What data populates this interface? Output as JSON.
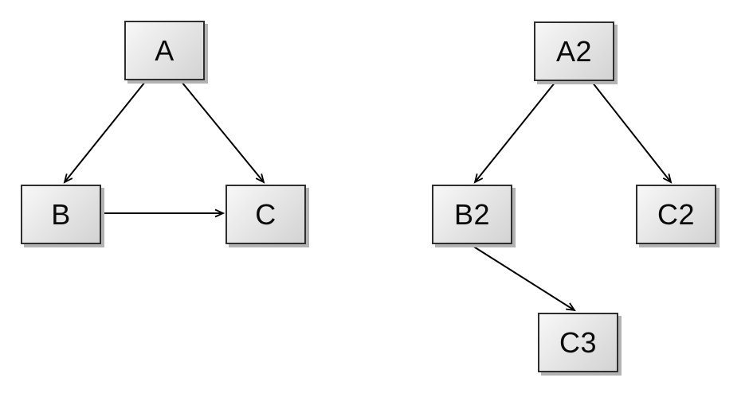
{
  "diagram": {
    "type": "directed-graph",
    "background_color": "#ffffff",
    "node_style": {
      "fill_top": "#f8f8f8",
      "fill_bottom": "#d3d3d3",
      "border_color": "#2e2e2e",
      "shadow_color": "#b3b3b3",
      "text_color": "#0a0a0a",
      "edge_color": "#000000"
    },
    "graphs": [
      {
        "name": "left-graph",
        "nodes": [
          {
            "id": "A",
            "label": "A"
          },
          {
            "id": "B",
            "label": "B"
          },
          {
            "id": "C",
            "label": "C"
          }
        ],
        "edges": [
          {
            "from": "A",
            "to": "B"
          },
          {
            "from": "A",
            "to": "C"
          },
          {
            "from": "B",
            "to": "C"
          }
        ]
      },
      {
        "name": "right-graph",
        "nodes": [
          {
            "id": "A2",
            "label": "A2"
          },
          {
            "id": "B2",
            "label": "B2"
          },
          {
            "id": "C2",
            "label": "C2"
          },
          {
            "id": "C3",
            "label": "C3"
          }
        ],
        "edges": [
          {
            "from": "A2",
            "to": "B2"
          },
          {
            "from": "A2",
            "to": "C2"
          },
          {
            "from": "B2",
            "to": "C3"
          }
        ]
      }
    ]
  }
}
